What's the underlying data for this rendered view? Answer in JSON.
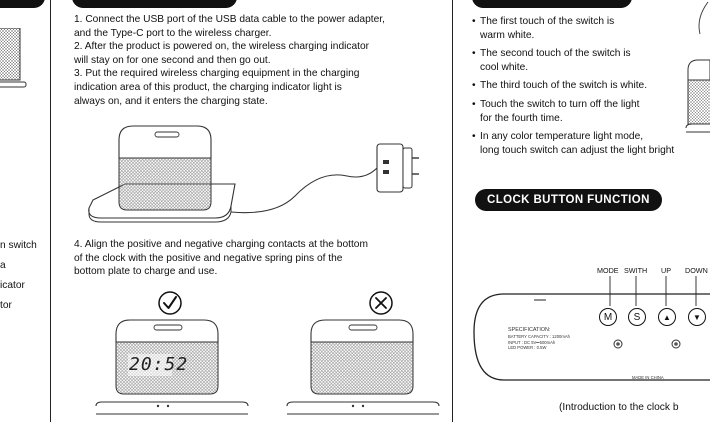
{
  "left_panel": {
    "fragments": [
      "n switch",
      "a",
      "icator",
      "tor"
    ]
  },
  "middle_panel": {
    "steps": [
      "1. Connect the USB port of the USB data cable to the power adapter,",
      "and the Type-C port to the wireless charger.",
      "2. After the product is powered on, the wireless charging indicator",
      "will stay on for one second and then go out.",
      "3. Put the required wireless charging equipment in the charging",
      "indication area of this product, the charging indicator light is",
      "always on, and it enters the charging state."
    ],
    "step4": [
      "4. Align the positive and negative charging contacts at the bottom",
      "of the clock with the positive and negative spring pins of the",
      "bottom plate to charge and use."
    ],
    "clock_display": "20:52"
  },
  "right_panel": {
    "bullets": [
      [
        "The first touch of the switch is",
        "warm white."
      ],
      [
        "The second touch of the switch is",
        "cool white."
      ],
      [
        "The third touch of the switch is white."
      ],
      [
        "Touch the switch to turn off the light",
        "for the fourth time."
      ],
      [
        "In any color temperature light mode,",
        "long touch switch can adjust the light bright"
      ]
    ],
    "section_title": "CLOCK BUTTON FUNCTION",
    "button_labels": [
      "MODE",
      "SWITH",
      "UP",
      "DOWN"
    ],
    "button_letters": [
      "M",
      "S",
      "▲",
      "▼"
    ],
    "spec_lines": [
      "SPECIFICATION:",
      "BATTERY CAPACITY : 1200mAh",
      "INPUT : DC 5V⎓500mAh",
      "LED POWER : 0.5W"
    ],
    "made_in": "MADE IN CHINA",
    "caption": "(Introduction to the clock b"
  }
}
